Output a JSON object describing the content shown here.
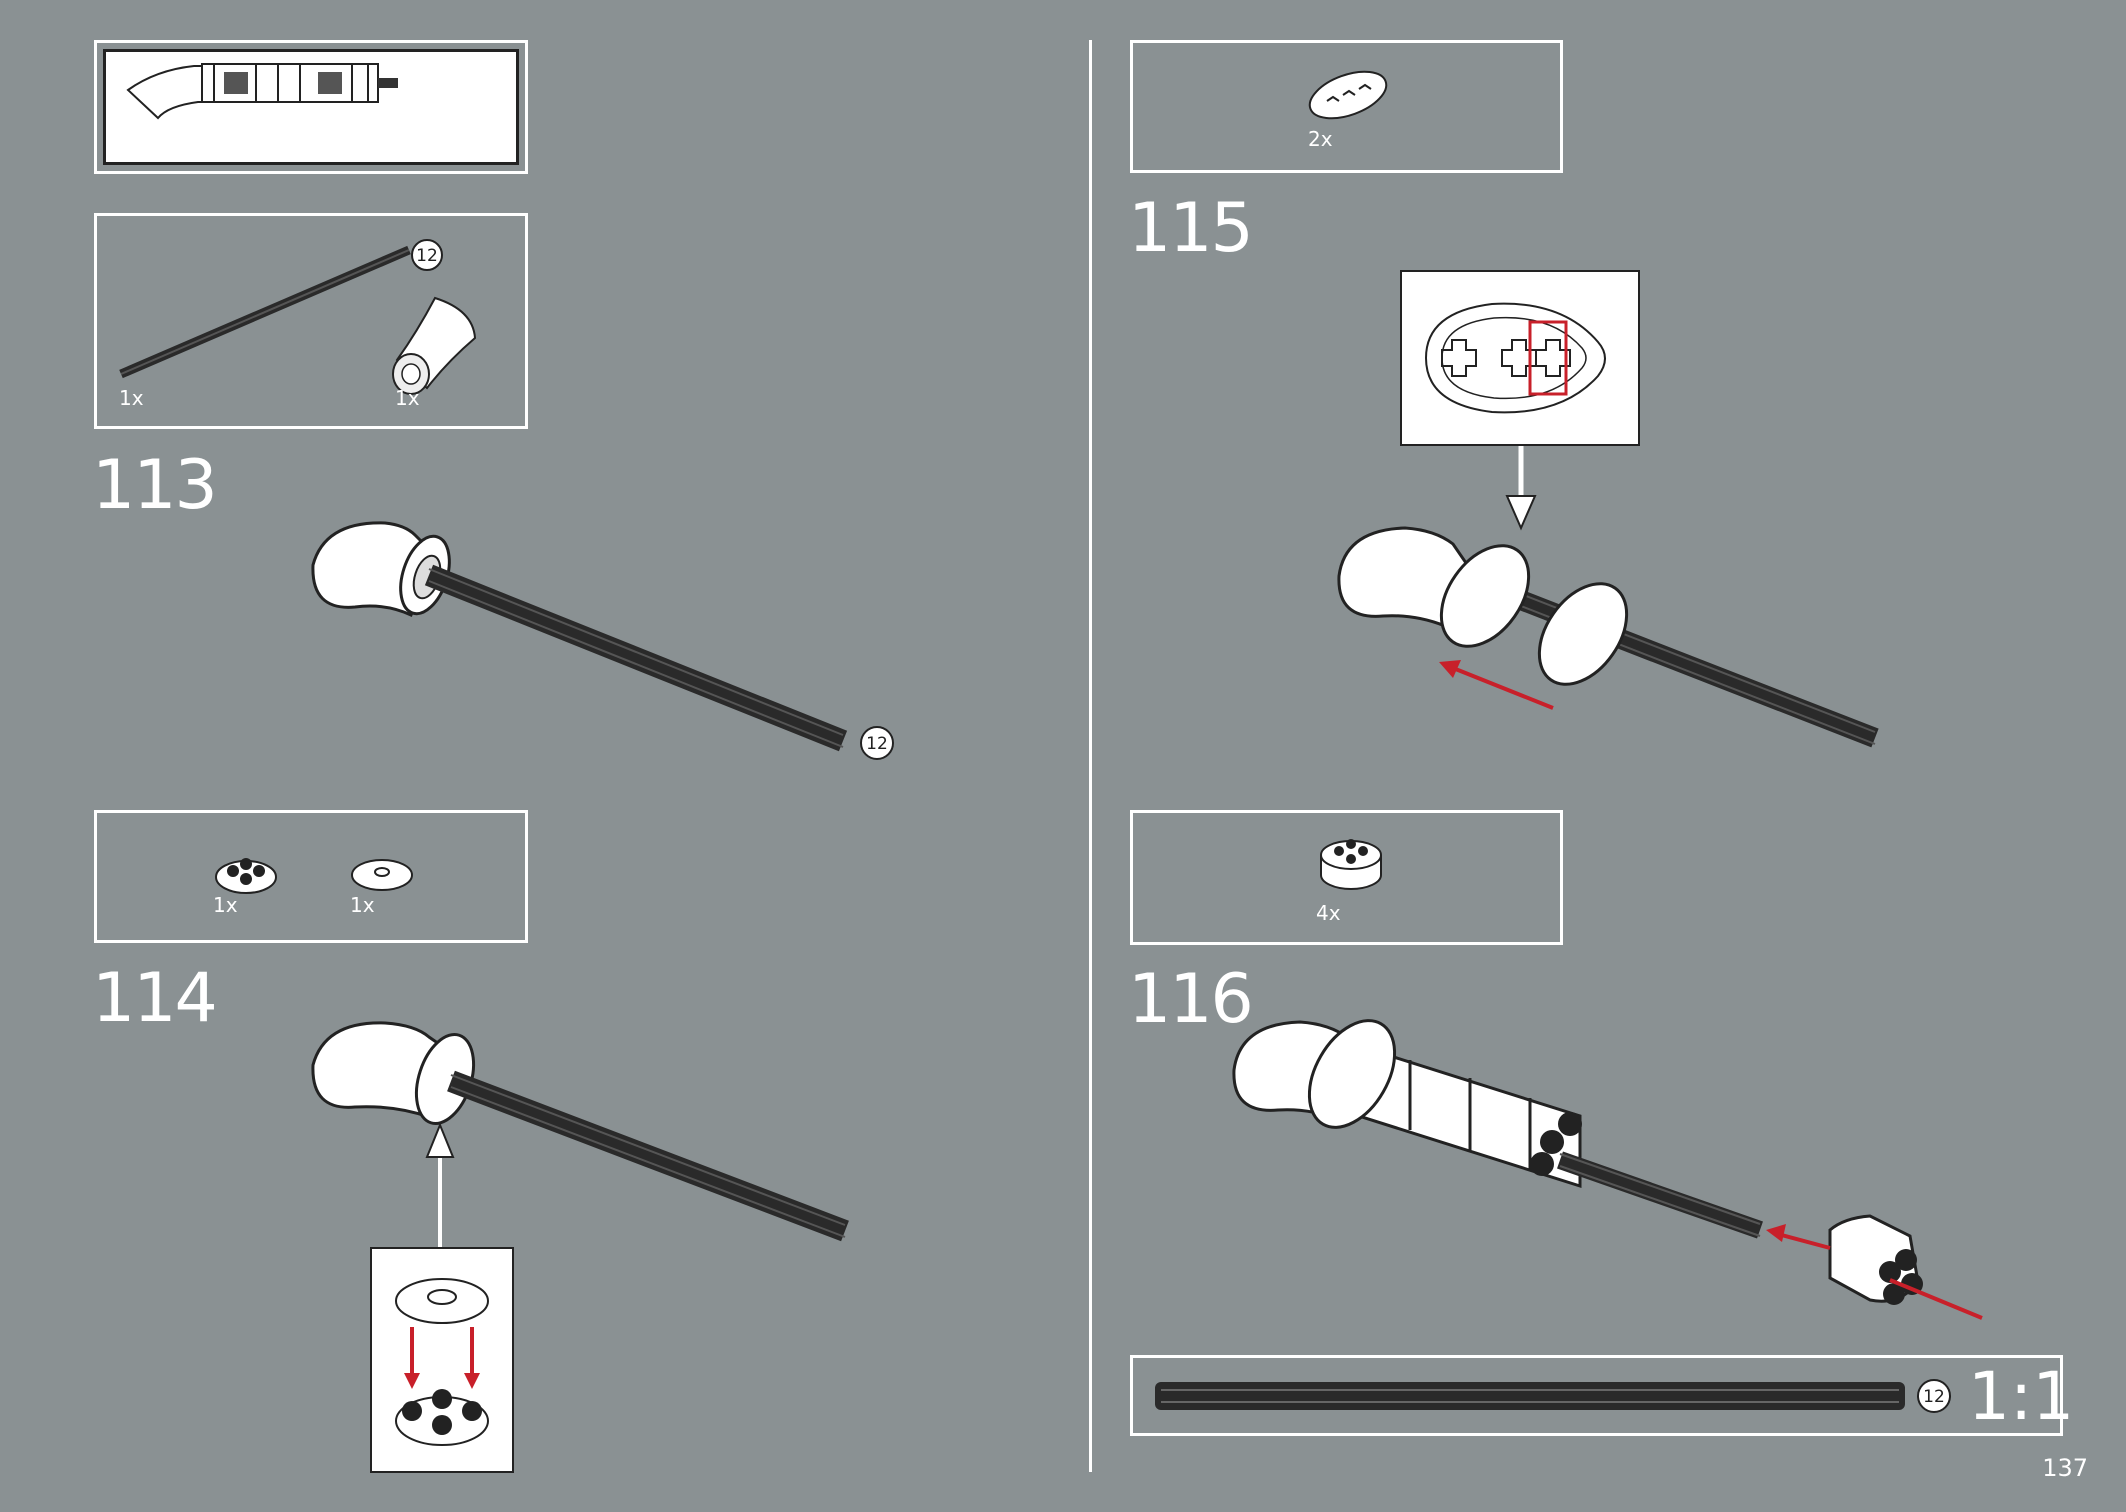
{
  "left_page": {
    "steps": [
      {
        "number": "113",
        "parts": [
          {
            "qty": "1x",
            "item": "axle"
          },
          {
            "qty": "1x",
            "item": "curved-tube"
          }
        ],
        "axle_length": "12"
      },
      {
        "number": "114",
        "parts": [
          {
            "qty": "1x",
            "item": "round-plate"
          },
          {
            "qty": "1x",
            "item": "round-tile"
          }
        ]
      }
    ],
    "axle_badge": "12"
  },
  "right_page": {
    "steps": [
      {
        "number": "115",
        "parts": [
          {
            "qty": "2x",
            "item": "oval-connector"
          }
        ]
      },
      {
        "number": "116",
        "parts": [
          {
            "qty": "4x",
            "item": "round-brick"
          }
        ]
      }
    ],
    "scale_badge": "12",
    "scale_label": "1:1"
  },
  "page_number": "137",
  "colors": {
    "background": "#8a9193",
    "arrow": "#c8202a",
    "white": "#ffffff"
  }
}
